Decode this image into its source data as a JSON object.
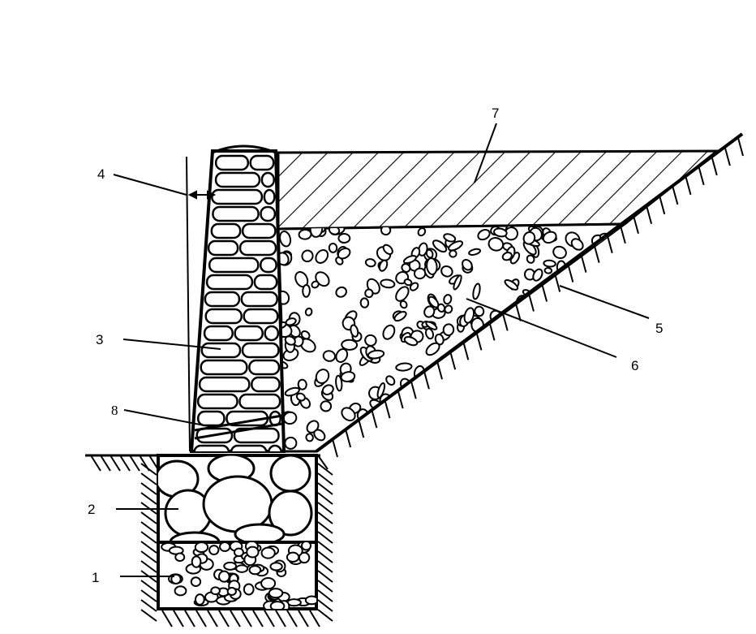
{
  "diagram": {
    "labels": {
      "l1": "1",
      "l2": "2",
      "l3": "3",
      "l4": "4",
      "l5": "5",
      "l6": "6",
      "l7": "7",
      "l8": "8"
    },
    "colors": {
      "ink": "#000000",
      "paper": "#ffffff"
    }
  }
}
